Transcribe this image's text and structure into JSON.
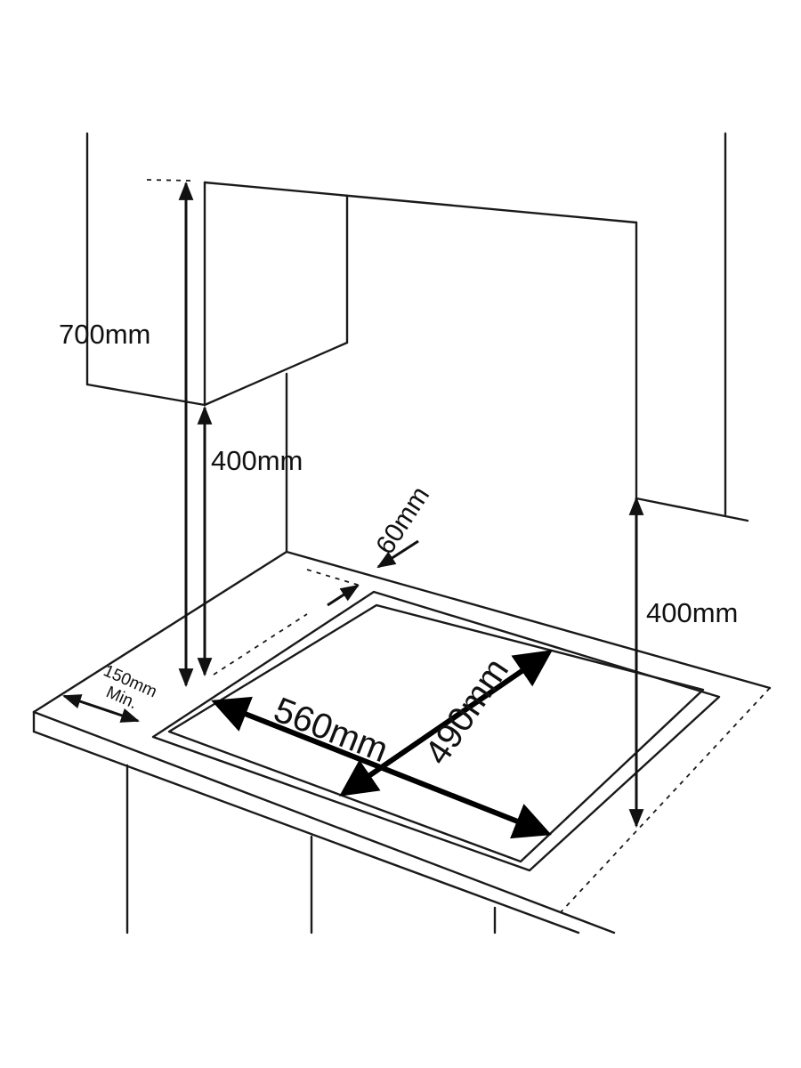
{
  "labels": {
    "wall_cabinet_height": "700mm",
    "cabinet_clearance": "400mm",
    "side_clearance": "400mm",
    "rear_clearance": "60mm",
    "side_min_value": "150mm",
    "side_min_suffix": "Min.",
    "cutout_width": "560mm",
    "cutout_depth": "490mm"
  }
}
